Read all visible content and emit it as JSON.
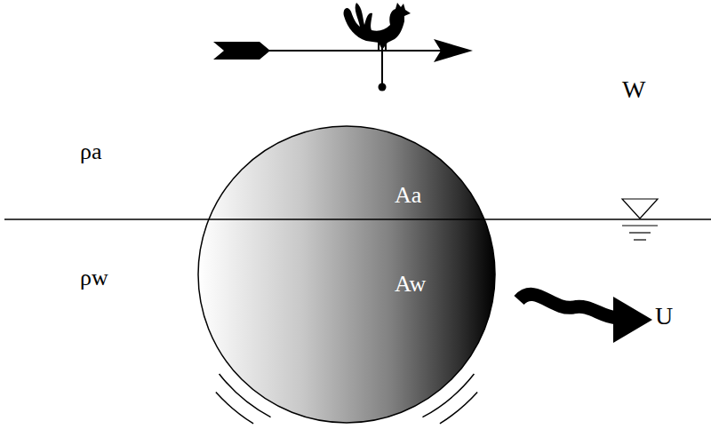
{
  "diagram": {
    "labels": [
      "W",
      "ρa",
      "Aa",
      "ρw",
      "Aw",
      "U"
    ]
  }
}
